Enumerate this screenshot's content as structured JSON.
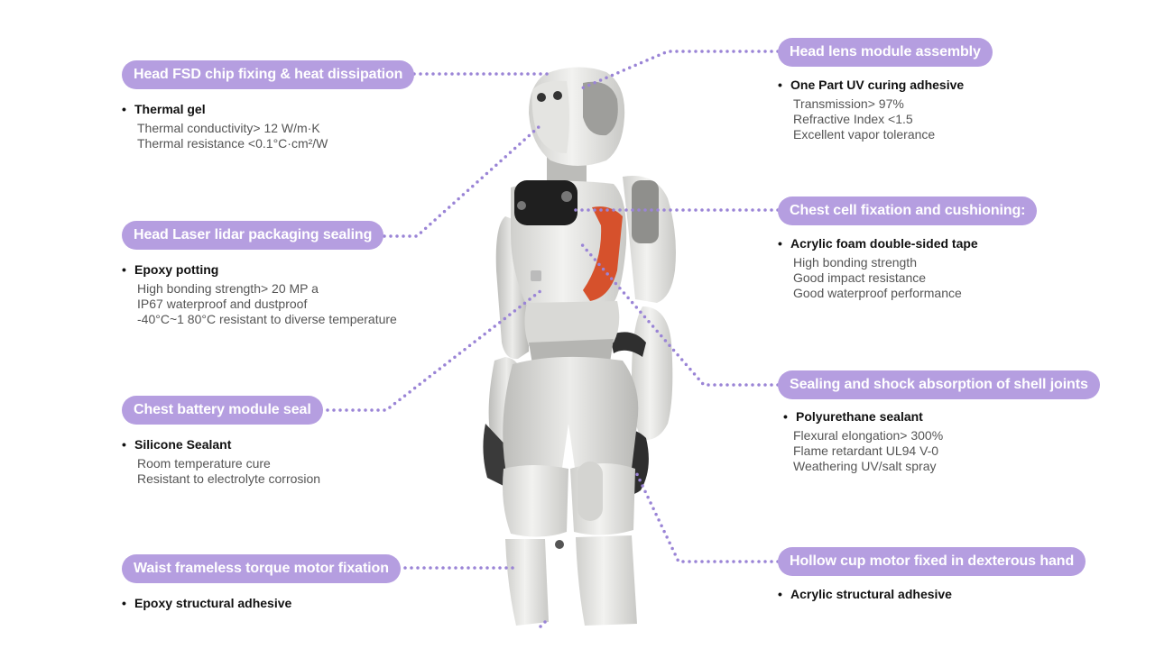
{
  "colors": {
    "pill_bg": "#b59ee0",
    "pill_text": "#ffffff",
    "connector": "#9a84d6",
    "robot_body": "#e8e8e6",
    "robot_accent": "#d6512c"
  },
  "callouts": [
    {
      "id": "head-fsd",
      "label": "Head FSD chip fixing & heat dissipation",
      "material": "Thermal gel",
      "props": [
        "Thermal conductivity> 12 W/m·K",
        "Thermal resistance <0.1°C·cm²/W"
      ]
    },
    {
      "id": "head-lidar",
      "label": "Head Laser lidar packaging sealing",
      "material": "Epoxy potting",
      "props": [
        "High bonding strength> 20 MP a",
        "IP67 waterproof and dustproof",
        "-40°C~1 80°C resistant to diverse temperature"
      ]
    },
    {
      "id": "chest-battery",
      "label": "Chest battery module seal",
      "material": "Silicone Sealant",
      "props": [
        "Room temperature cure",
        "Resistant to electrolyte corrosion"
      ]
    },
    {
      "id": "waist-motor",
      "label": "Waist frameless torque motor fixation",
      "material": "Epoxy structural adhesive",
      "props": []
    },
    {
      "id": "head-lens",
      "label": "Head lens module assembly",
      "material": "One Part UV curing adhesive",
      "props": [
        "Transmission> 97%",
        "Refractive Index <1.5",
        "Excellent vapor tolerance"
      ]
    },
    {
      "id": "chest-cell",
      "label": "Chest cell fixation and cushioning:",
      "material": "Acrylic foam double-sided tape",
      "props": [
        "High bonding strength",
        "Good impact resistance",
        "Good waterproof performance"
      ]
    },
    {
      "id": "shell-joints",
      "label": "Sealing and shock absorption of shell joints",
      "material": "Polyurethane sealant",
      "props": [
        "Flexural elongation> 300%",
        "Flame retardant UL94 V-0",
        "Weathering UV/salt spray"
      ]
    },
    {
      "id": "hollow-cup",
      "label": "Hollow cup motor fixed in dexterous hand",
      "material": "Acrylic structural adhesive",
      "props": []
    }
  ]
}
